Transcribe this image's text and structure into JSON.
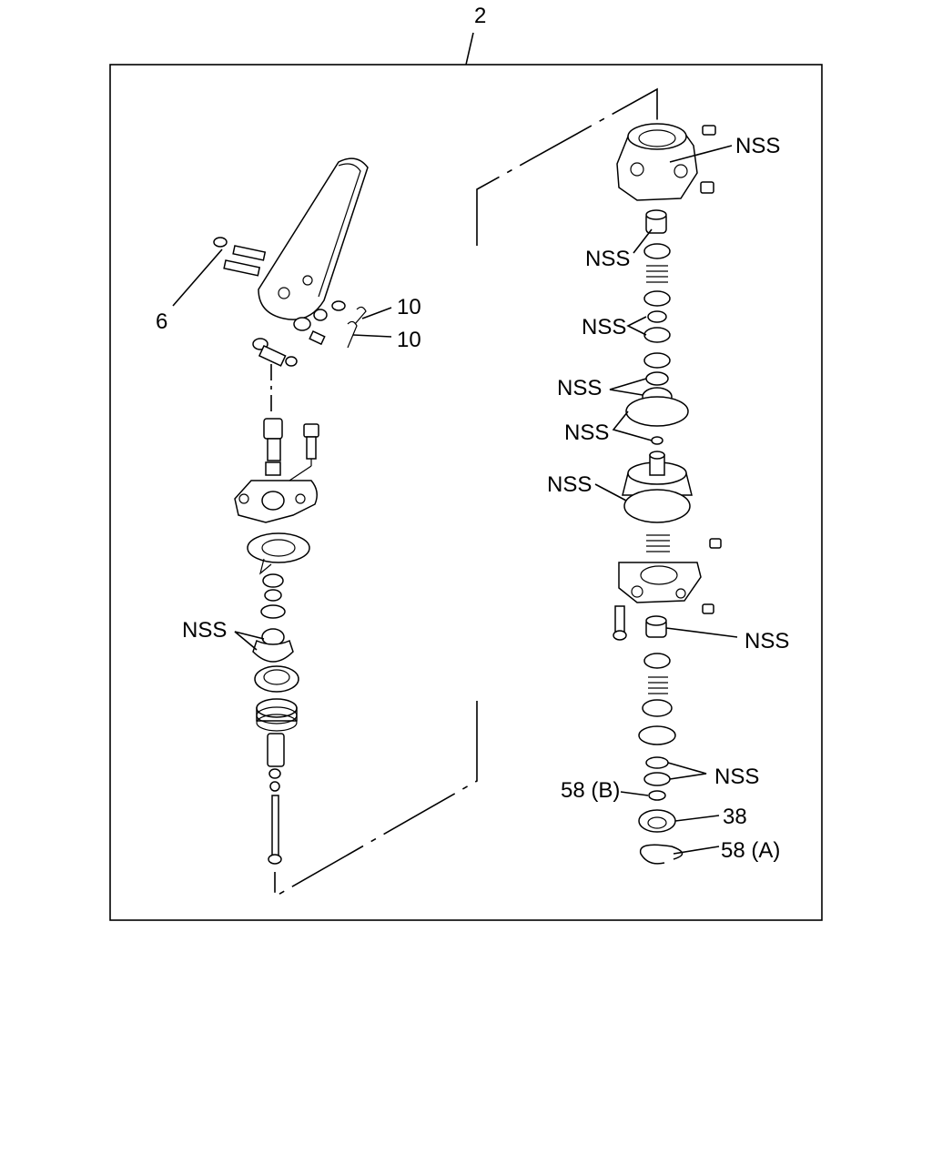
{
  "callouts": {
    "assembly": "2",
    "c6": "6",
    "c10a": "10",
    "c10b": "10",
    "nss_left": "NSS",
    "nss_r1": "NSS",
    "nss_r2": "NSS",
    "nss_r3": "NSS",
    "nss_r4": "NSS",
    "nss_r5": "NSS",
    "nss_r6": "NSS",
    "nss_r7": "NSS",
    "nss_r8": "NSS",
    "c58b": "58 (B)",
    "c38": "38",
    "c58a": "58 (A)"
  }
}
